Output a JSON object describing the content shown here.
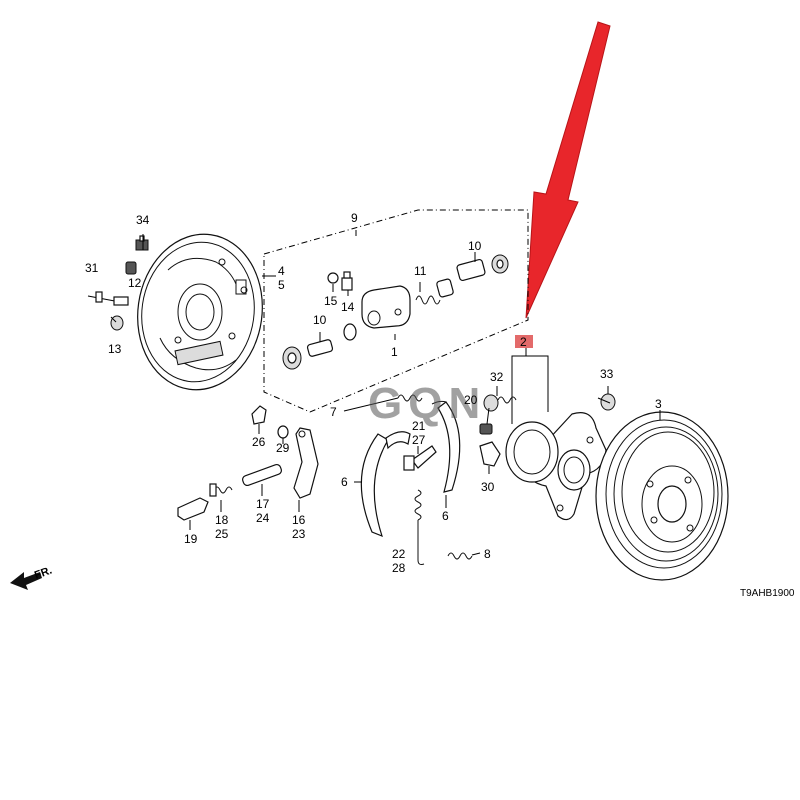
{
  "diagram": {
    "watermark": "GQN",
    "reference_code": "T9AHB1900",
    "front_marker": "FR.",
    "highlight_color": "#e8262b",
    "highlight_label_bg": "#e36a6a",
    "callouts": [
      {
        "id": "c34",
        "text": "34"
      },
      {
        "id": "c31",
        "text": "31"
      },
      {
        "id": "c12",
        "text": "12"
      },
      {
        "id": "c13",
        "text": "13"
      },
      {
        "id": "c4",
        "text": "4"
      },
      {
        "id": "c5",
        "text": "5"
      },
      {
        "id": "c9",
        "text": "9"
      },
      {
        "id": "c10a",
        "text": "10"
      },
      {
        "id": "c10b",
        "text": "10"
      },
      {
        "id": "c11",
        "text": "11"
      },
      {
        "id": "c15",
        "text": "15"
      },
      {
        "id": "c14",
        "text": "14"
      },
      {
        "id": "c1",
        "text": "1"
      },
      {
        "id": "c2",
        "text": "2"
      },
      {
        "id": "c32",
        "text": "32"
      },
      {
        "id": "c33",
        "text": "33"
      },
      {
        "id": "c3",
        "text": "3"
      },
      {
        "id": "c7",
        "text": "7"
      },
      {
        "id": "c20",
        "text": "20"
      },
      {
        "id": "c21",
        "text": "21"
      },
      {
        "id": "c27",
        "text": "27"
      },
      {
        "id": "c26",
        "text": "26"
      },
      {
        "id": "c29",
        "text": "29"
      },
      {
        "id": "c30",
        "text": "30"
      },
      {
        "id": "c6a",
        "text": "6"
      },
      {
        "id": "c6b",
        "text": "6"
      },
      {
        "id": "c17",
        "text": "17"
      },
      {
        "id": "c24",
        "text": "24"
      },
      {
        "id": "c16",
        "text": "16"
      },
      {
        "id": "c23",
        "text": "23"
      },
      {
        "id": "c18",
        "text": "18"
      },
      {
        "id": "c25",
        "text": "25"
      },
      {
        "id": "c19",
        "text": "19"
      },
      {
        "id": "c22",
        "text": "22"
      },
      {
        "id": "c28",
        "text": "28"
      },
      {
        "id": "c8",
        "text": "8"
      }
    ]
  }
}
